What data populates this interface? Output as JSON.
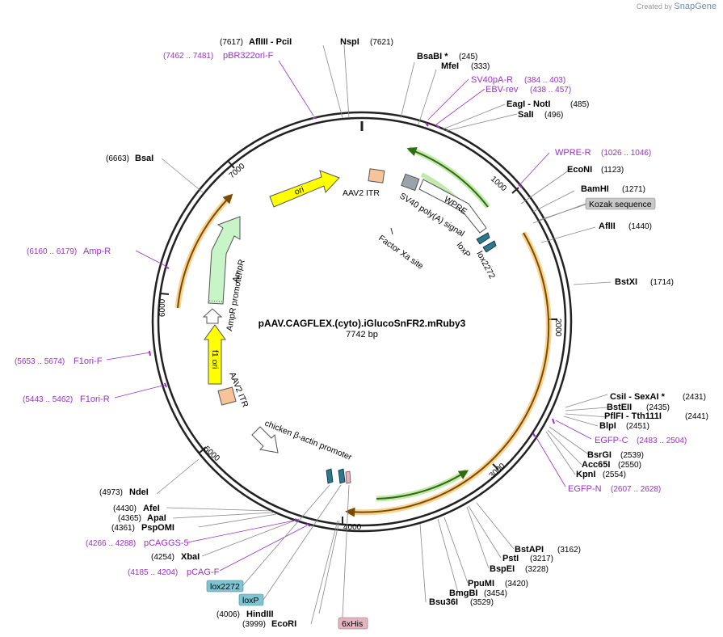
{
  "header": {
    "created_by": "Created by",
    "brand": "SnapGene"
  },
  "plasmid": {
    "name": "pAAV.CAGFLEX.(cyto).iGlucoSnFR2.mRuby3",
    "size": "7742 bp"
  },
  "ticks": [
    "1000",
    "2000",
    "3000",
    "4000",
    "5000",
    "6000",
    "7000"
  ],
  "enzymes": {
    "nspi": {
      "name": "NspI",
      "pos": "(7621)"
    },
    "afliii": {
      "name": "AflIII  - PciI",
      "pos": "(7617)"
    },
    "bsabi": {
      "name": "BsaBI *",
      "pos": "(245)"
    },
    "mfei": {
      "name": "MfeI",
      "pos": "(333)"
    },
    "eagi": {
      "name": "EagI  - NotI",
      "pos": "(485)"
    },
    "sali": {
      "name": "SalI",
      "pos": "(496)"
    },
    "econi": {
      "name": "EcoNI",
      "pos": "(1123)"
    },
    "bamhi": {
      "name": "BamHI",
      "pos": "(1271)"
    },
    "aflii": {
      "name": "AflII",
      "pos": "(1440)"
    },
    "bstxi": {
      "name": "BstXI",
      "pos": "(1714)"
    },
    "csii": {
      "name": "CsiI  - SexAI *",
      "pos": "(2431)"
    },
    "bsteii": {
      "name": "BstEII",
      "pos": "(2435)"
    },
    "pflfi": {
      "name": "PflFI  - Tth111I",
      "pos": "(2441)"
    },
    "blpi": {
      "name": "BlpI",
      "pos": "(2451)"
    },
    "bsrgi": {
      "name": "BsrGI",
      "pos": "(2539)"
    },
    "acc65i": {
      "name": "Acc65I",
      "pos": "(2550)"
    },
    "kpni": {
      "name": "KpnI",
      "pos": "(2554)"
    },
    "bstapi": {
      "name": "BstAPI",
      "pos": "(3162)"
    },
    "psti": {
      "name": "PstI",
      "pos": "(3217)"
    },
    "bspei": {
      "name": "BspEI",
      "pos": "(3228)"
    },
    "ppumi": {
      "name": "PpuMI",
      "pos": "(3420)"
    },
    "bmgbi": {
      "name": "BmgBI",
      "pos": "(3454)"
    },
    "bsu36i": {
      "name": "Bsu36I",
      "pos": "(3529)"
    },
    "hindiii": {
      "name": "HindIII",
      "pos": "(4006)"
    },
    "ecori": {
      "name": "EcoRI",
      "pos": "(3999)"
    },
    "xbai": {
      "name": "XbaI",
      "pos": "(4254)"
    },
    "pspomi": {
      "name": "PspOMI",
      "pos": "(4361)"
    },
    "apai": {
      "name": "ApaI",
      "pos": "(4365)"
    },
    "afei": {
      "name": "AfeI",
      "pos": "(4430)"
    },
    "ndei": {
      "name": "NdeI",
      "pos": "(4973)"
    },
    "bsai": {
      "name": "BsaI",
      "pos": "(6663)"
    }
  },
  "primers": {
    "pbr322": {
      "name": "pBR322ori-F",
      "pos": "(7462 .. 7481)"
    },
    "sv40pa": {
      "name": "SV40pA-R",
      "pos": "(384 .. 403)"
    },
    "ebvrev": {
      "name": "EBV-rev",
      "pos": "(438 .. 457)"
    },
    "wprer": {
      "name": "WPRE-R",
      "pos": "(1026 .. 1046)"
    },
    "egfpc": {
      "name": "EGFP-C",
      "pos": "(2483 .. 2504)"
    },
    "egfpn": {
      "name": "EGFP-N",
      "pos": "(2607 .. 2628)"
    },
    "pcaggs5": {
      "name": "pCAGGS-5",
      "pos": "(4266 .. 4288)"
    },
    "pcagf": {
      "name": "pCAG-F",
      "pos": "(4185 .. 4204)"
    },
    "ampr": {
      "name": "Amp-R",
      "pos": "(6160 .. 6179)"
    },
    "f1orif": {
      "name": "F1ori-F",
      "pos": "(5653 .. 5674)"
    },
    "f1orir": {
      "name": "F1ori-R",
      "pos": "(5443 .. 5462)"
    }
  },
  "boxed_features": {
    "kozak": "Kozak sequence",
    "lox2272": "lox2272",
    "loxp": "loxP",
    "his6": "6xHis"
  },
  "features": {
    "ori": "ori",
    "aav2_itr_top": "AAV2 ITR",
    "sv40": "SV40 poly(A) signal",
    "wpre": "WPRE",
    "factor_xa": "Factor Xa site",
    "loxp": "loxP",
    "lox2272": "lox2272",
    "ampr": "AmpR",
    "ampr_promoter": "AmpR promoter",
    "f1ori": "f1 ori",
    "aav2_itr_bottom": "AAV2 ITR",
    "chicken_actin": "chicken β-actin promoter"
  },
  "colors": {
    "backbone": "#222222",
    "ori": "#ffff00",
    "ampr": "#c8f5c8",
    "itr": "#f7c499",
    "sv40": "#9aa3aa",
    "lox": "#2a7a8a",
    "orange_feature": "#f2b54a",
    "green_feature": "#4c9e1c",
    "primer": "#9b30c8",
    "kozak_box": "#c8c8c8",
    "lox_box": "#7fc4d2",
    "his_box": "#e3b6c2"
  }
}
